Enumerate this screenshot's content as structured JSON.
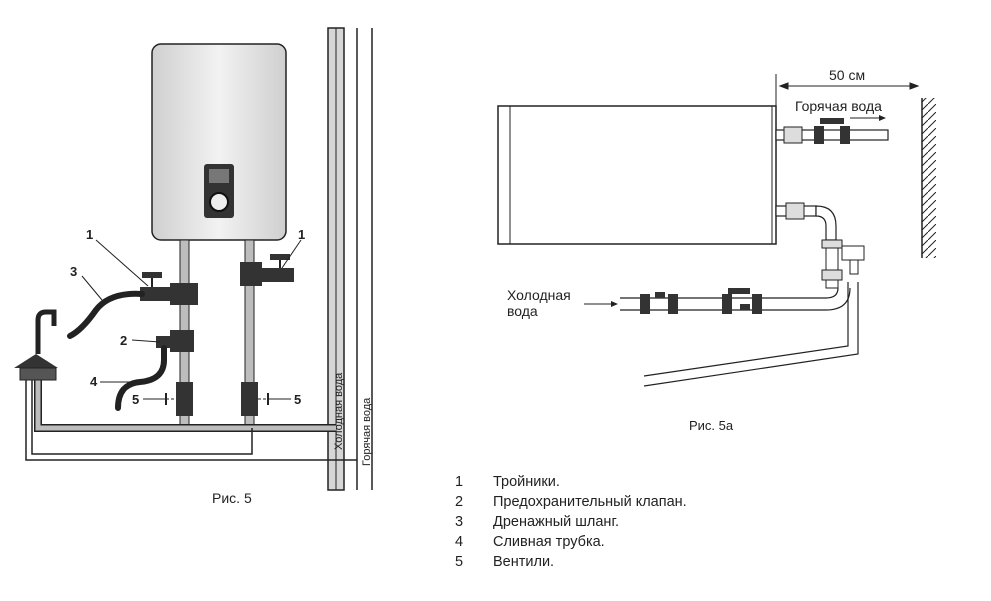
{
  "figure5": {
    "caption": "Рис. 5",
    "callouts": {
      "tee": "1",
      "hose": "3",
      "valve": "2",
      "tube": "4",
      "vent": "5"
    },
    "pipe_labels": {
      "cold": "Холодная вода",
      "hot": "Горячая вода"
    }
  },
  "figure5a": {
    "caption": "Рис. 5а",
    "distance": "50 см",
    "hot_water": "Горячая вода",
    "cold_water_line1": "Холодная",
    "cold_water_line2": "вода"
  },
  "legend": [
    {
      "num": "1",
      "text": "Тройники."
    },
    {
      "num": "2",
      "text": "Предохранительный клапан."
    },
    {
      "num": "3",
      "text": "Дренажный шланг."
    },
    {
      "num": "4",
      "text": "Сливная трубка."
    },
    {
      "num": "5",
      "text": "Вентили."
    }
  ],
  "colors": {
    "line": "#222222",
    "tank_fill": "#e4e4e4",
    "pipe_fill": "#bdbdbd"
  }
}
